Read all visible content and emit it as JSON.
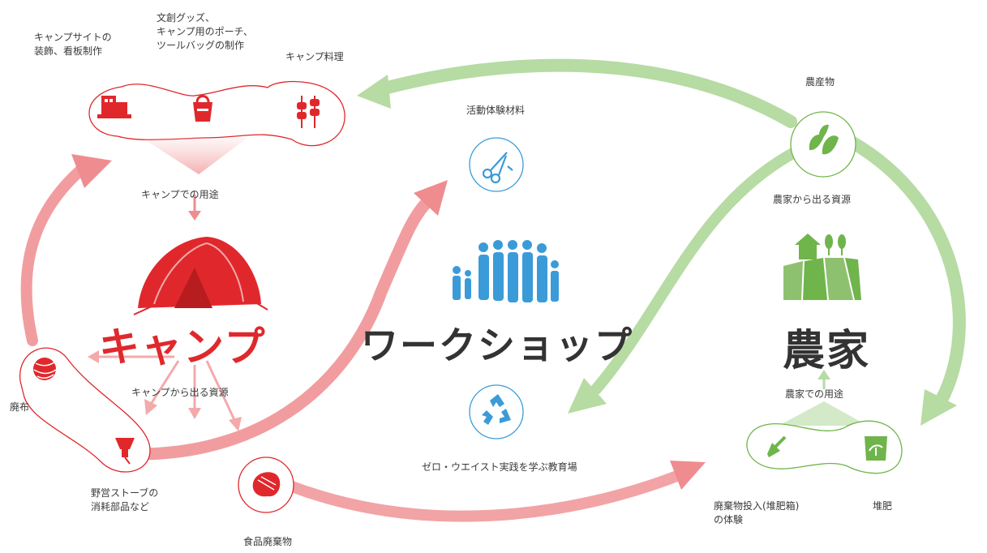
{
  "colors": {
    "camp_red": "#e0282c",
    "farm_green": "#6fb54b",
    "workshop_blue": "#3b9bd8",
    "arrow_pink": "#ef8c8f",
    "arrow_green": "#b6dba3"
  },
  "camp": {
    "title": "キャンプ",
    "usage_label": "キャンプでの用途",
    "resources_label": "キャンプから出る資源",
    "uses": [
      {
        "label": "キャンプサイトの\n装飾、看板制作",
        "icon": "sign-icon"
      },
      {
        "label": "文創グッズ、\nキャンプ用のポーチ、\nツールバッグの制作",
        "icon": "bag-icon"
      },
      {
        "label": "キャンプ料理",
        "icon": "skewer-icon"
      }
    ],
    "resources": [
      {
        "label": "廃布",
        "icon": "yarn-icon"
      },
      {
        "label": "野営ストーブの\n消耗部品など",
        "icon": "stove-part-icon"
      },
      {
        "label": "食品廃棄物",
        "icon": "food-waste-icon"
      }
    ]
  },
  "workshop": {
    "title": "ワークショップ",
    "material_label": "活動体験材料",
    "education_label": "ゼロ・ウエイスト実践を学ぶ教育場"
  },
  "farm": {
    "title": "農家",
    "produce_label": "農産物",
    "resources_label": "農家から出る資源",
    "usage_label": "農家での用途",
    "uses": [
      {
        "label": "廃棄物投入(堆肥箱)\nの体験",
        "icon": "shovel-icon"
      },
      {
        "label": "堆肥",
        "icon": "compost-bag-icon"
      }
    ]
  }
}
